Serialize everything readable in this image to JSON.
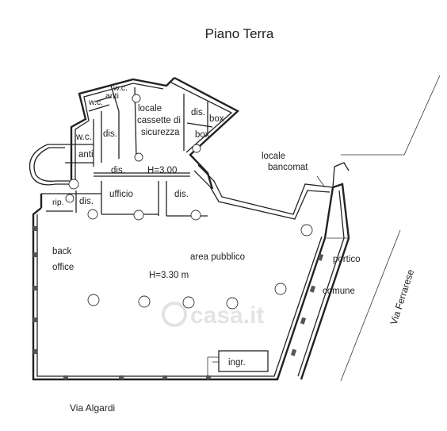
{
  "title": "Piano Terra",
  "streets": {
    "algardi": "Via Algardi",
    "ferrarese": "Via Ferrarese"
  },
  "rooms": {
    "wc1": "w.c.",
    "anti1": "anti",
    "wc2": "w.c.",
    "wc3": "w.c.",
    "anti2": "anti",
    "dis1": "dis.",
    "dis2": "dis.",
    "dis3": "dis.",
    "dis4": "dis.",
    "dis5": "dis.",
    "locale_cassette_1": "locale",
    "locale_cassette_2": "cassette di",
    "locale_cassette_3": "sicurezza",
    "box1": "box",
    "box2": "box",
    "height1": "H=3.00",
    "ufficio": "ufficio",
    "rip": "rip.",
    "bancomat_1": "locale",
    "bancomat_2": "bancomat",
    "back_office_1": "back",
    "back_office_2": "office",
    "area_pubblico": "area pubblico",
    "height2": "H=3.30 m",
    "portico": "portico",
    "comune": "comune",
    "ingr": "ingr."
  },
  "watermark": "casa.it"
}
